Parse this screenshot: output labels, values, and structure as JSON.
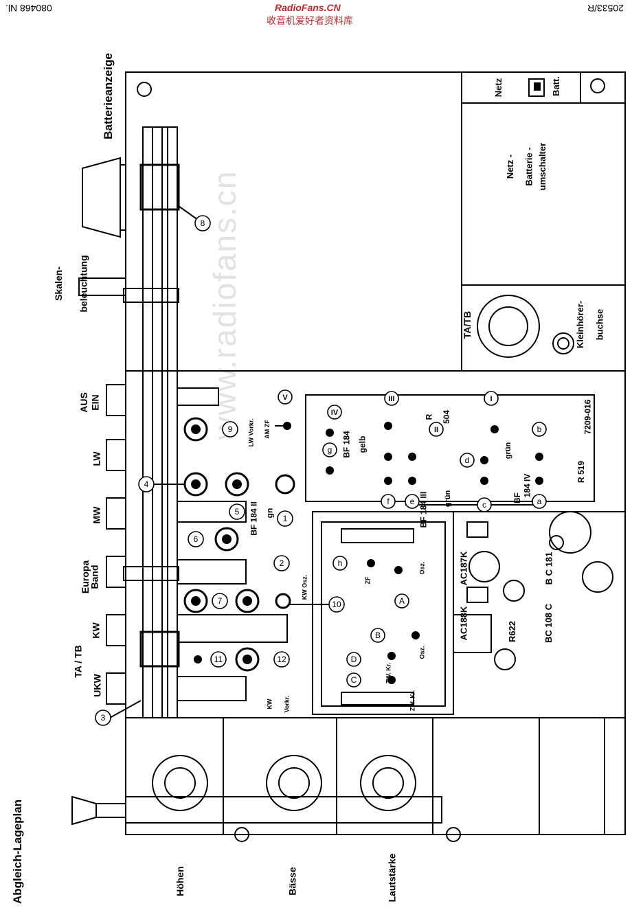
{
  "header": {
    "left_code": "080468 Nl.",
    "site": "RadioFans.CN",
    "site_cn": "收音机爱好者资料库",
    "right_code": "20533/R"
  },
  "watermark": "www.radiofans.cn",
  "title": "Abgleich-Lageplan",
  "controls": {
    "hoehen": "Höhen",
    "baesse": "Bässe",
    "lautstaerke": "Lautstärke"
  },
  "bands": {
    "ukw": "UKW",
    "kw": "KW",
    "ta_tb": "TA / TB",
    "europa_band": [
      "Europa",
      "Band"
    ],
    "mw": "MW",
    "lw": "LW",
    "aus_ein": [
      "AUS",
      "EIN"
    ]
  },
  "top_labels": {
    "skalen": [
      "Skalen-",
      "beleuchtung"
    ],
    "batterie": "Batterieanzeige",
    "netz": "Netz",
    "batt": "Batt.",
    "umschalter": [
      "Netz -",
      "Batterie -",
      "umschalter"
    ],
    "ta_tb_socket": "TA/TB",
    "kleinhoerer": [
      "Kleinhörer-",
      "buchse"
    ]
  },
  "markers": [
    "1",
    "2",
    "3",
    "4",
    "5",
    "6",
    "7",
    "8",
    "9",
    "10",
    "11",
    "12"
  ],
  "letters": [
    "A",
    "B",
    "C",
    "D",
    "h",
    "a",
    "b",
    "c",
    "d",
    "e",
    "f",
    "g"
  ],
  "romans": [
    "I",
    "II",
    "III",
    "IV",
    "V"
  ],
  "parts": {
    "bf184_gn": [
      "BF 184 II",
      "gn"
    ],
    "bf184_gelb": [
      "BF 184",
      "gelb"
    ],
    "bf184_III": [
      "BF 184 III",
      "grün"
    ],
    "bf184_IV": [
      "BF",
      "184 IV"
    ],
    "gruen_b": "grün",
    "r504": [
      "R",
      "504"
    ],
    "r519": "R 519",
    "code": "7209-016",
    "ac187k": "AC187K",
    "ac188k": "AC188K",
    "bc181": "B C 181",
    "bc108c": "BC 108 C",
    "r622": "R622"
  },
  "small": {
    "lw_vorkr": "LW Vorkr.",
    "am_zf": "AM ZF",
    "kw_osz": "KW Osz.",
    "kw": "KW",
    "vorkr": "Vorkr.",
    "zf": "ZF",
    "osz": "Osz.",
    "zw_kr": "ZW. Kr."
  }
}
